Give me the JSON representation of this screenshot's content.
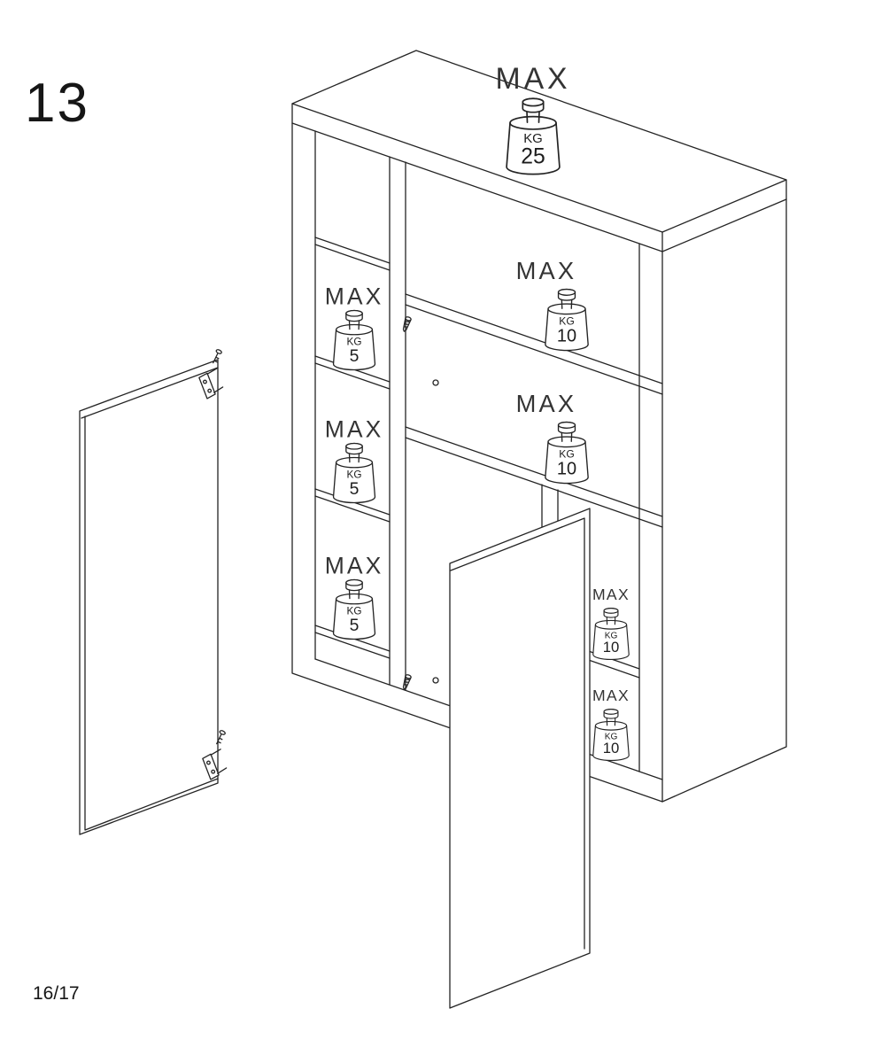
{
  "page": {
    "step_number": "13",
    "page_indicator": "16/17"
  },
  "weights": [
    {
      "location": "top-panel",
      "max_label": "MAX",
      "unit_label": "KG",
      "value": "25"
    },
    {
      "location": "left-shelf-1",
      "max_label": "MAX",
      "unit_label": "KG",
      "value": "5"
    },
    {
      "location": "left-shelf-2",
      "max_label": "MAX",
      "unit_label": "KG",
      "value": "5"
    },
    {
      "location": "left-shelf-3",
      "max_label": "MAX",
      "unit_label": "KG",
      "value": "5"
    },
    {
      "location": "middle-top-shelf",
      "max_label": "MAX",
      "unit_label": "KG",
      "value": "10"
    },
    {
      "location": "middle-shelf",
      "max_label": "MAX",
      "unit_label": "KG",
      "value": "10"
    },
    {
      "location": "right-shelf-upper",
      "max_label": "MAX",
      "unit_label": "KG",
      "value": "10"
    },
    {
      "location": "right-shelf-lower",
      "max_label": "MAX",
      "unit_label": "KG",
      "value": "10"
    }
  ],
  "colors": {
    "line": "#242424",
    "label_text": "#343434",
    "background": "#ffffff"
  }
}
